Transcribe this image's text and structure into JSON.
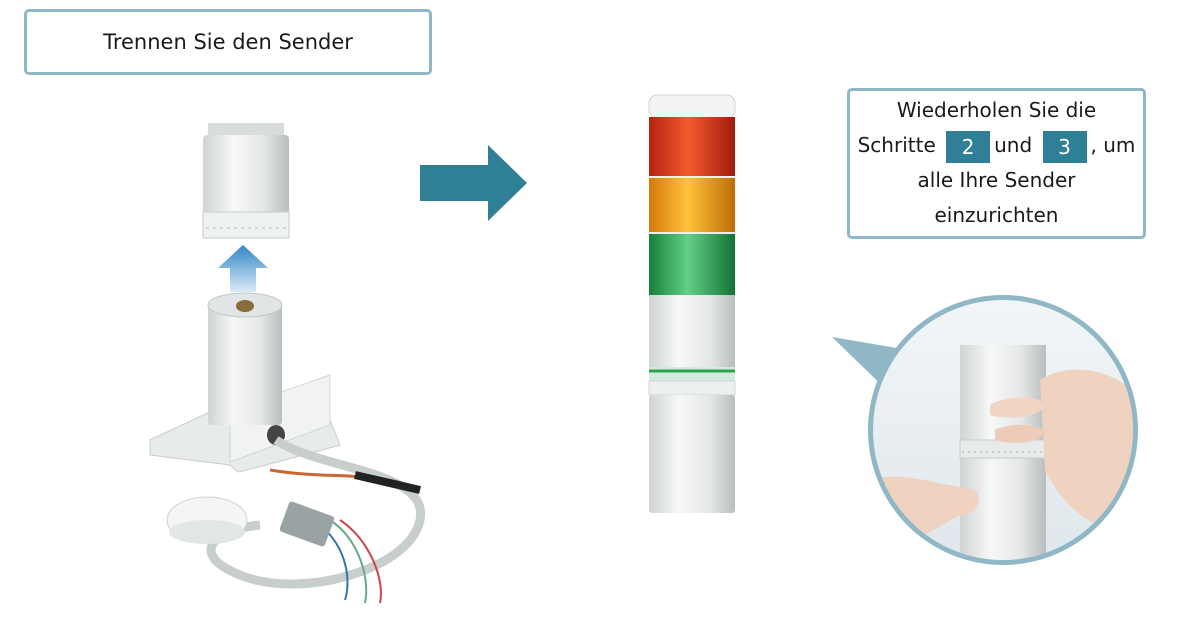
{
  "left_label": "Trennen Sie den Sender",
  "info": {
    "line1": "Wiederholen Sie die",
    "line2_prefix": "Schritte",
    "step_a": "2",
    "line2_mid": "und",
    "step_b": "3",
    "line2_suffix": ", um",
    "line3": "alle Ihre Sender",
    "line4": "einzurichten"
  },
  "icons": {
    "up_arrow": "up-arrow-icon",
    "right_arrow": "right-arrow-icon"
  },
  "colors": {
    "box_border": "#8fb7c6",
    "badge": "#2f7f96",
    "arrow": "#2f7f96",
    "lamp_red": "#e2391f",
    "lamp_orange": "#f29a14",
    "lamp_green": "#2ca24c"
  }
}
